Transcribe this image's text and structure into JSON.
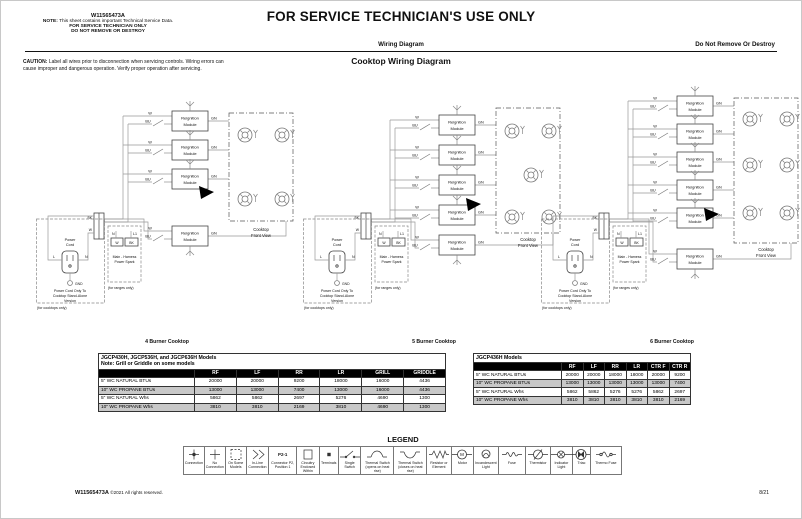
{
  "header": {
    "doc_number": "W11565473A",
    "tech_only": "FOR SERVICE TECHNICIAN ONLY",
    "do_not_remove": "DO NOT REMOVE OR DESTROY",
    "title": "FOR SERVICE TECHNICIAN'S USE ONLY",
    "subtitle": "Wiring Diagram",
    "right_note": "Do Not Remove Or Destroy",
    "diagram_title": "Cooktop Wiring Diagram"
  },
  "note": {
    "label": "NOTE:",
    "text": "This sheet contains important Technical Service Data."
  },
  "caution": {
    "label": "CAUTION:",
    "text": "Label all wires prior to disconnection when servicing controls. Wiring errors can cause improper and dangerous operation. Verify proper operation after servicing."
  },
  "diagram_labels": {
    "module_line1": "Reignition",
    "module_line2": "Module",
    "wire_w": "W",
    "wire_bu": "BU",
    "wire_gn": "GN",
    "wire_bk": "BK",
    "power_line1": "Power",
    "power_line2": "Cord",
    "l": "L",
    "n": "N",
    "l1": "L1",
    "gnd": "GND",
    "front_view1": "Cooktop",
    "front_view2": "Front View",
    "pc_note1": "Power Cord Only To",
    "pc_note2": "Cooktop Stand-Alone",
    "pc_note3": "Version",
    "cooktops_only": "(for cooktops only)",
    "mh_note1": "Main - Harness",
    "mh_note2": "Power Spark",
    "ranges_only": "(for ranges only)"
  },
  "diagrams": [
    {
      "caption": "4 Burner Cooktop",
      "burner_count": 4,
      "reignition_module_count": 4
    },
    {
      "caption": "5 Burner Cooktop",
      "burner_count": 5,
      "reignition_module_count": 5
    },
    {
      "caption": "6 Burner Cooktop",
      "burner_count": 6,
      "reignition_module_count": 6
    }
  ],
  "tables": [
    {
      "title": "JGCP430H, JGCP536H, and JGCP636H Models",
      "note": "Note: Grill or Griddle on some models",
      "columns": [
        "RF",
        "LF",
        "RR",
        "LR",
        "GRILL",
        "GRIDDLE"
      ],
      "rows": [
        {
          "label": "5\" WC NATURAL BTUs",
          "values": [
            "20000",
            "20000",
            "9200",
            "18000",
            "16000",
            "4436"
          ]
        },
        {
          "label": "10\" WC PROPANE BTUs",
          "values": [
            "13000",
            "13000",
            "7400",
            "13000",
            "16000",
            "4436"
          ]
        },
        {
          "label": "5\" WC NATURAL Whs",
          "values": [
            "5862",
            "5862",
            "2697",
            "5276",
            "4690",
            "1300"
          ]
        },
        {
          "label": "10\" WC PROPANE Whs",
          "values": [
            "3810",
            "3810",
            "2169",
            "3810",
            "4690",
            "1300"
          ]
        }
      ]
    },
    {
      "title": "JGCP436H Models",
      "note": "",
      "columns": [
        "RF",
        "LF",
        "RR",
        "LR",
        "CTR F",
        "CTR R"
      ],
      "rows": [
        {
          "label": "5\" WC NATURAL BTUs",
          "values": [
            "20000",
            "20000",
            "18000",
            "18000",
            "20000",
            "9200"
          ]
        },
        {
          "label": "10\" WC PROPANE BTUs",
          "values": [
            "13000",
            "13000",
            "13000",
            "13000",
            "13000",
            "7400"
          ]
        },
        {
          "label": "5\" WC NATURAL Whs",
          "values": [
            "5862",
            "5862",
            "5276",
            "5276",
            "5862",
            "2697"
          ]
        },
        {
          "label": "10\" WC PROPANE Whs",
          "values": [
            "3810",
            "3810",
            "3810",
            "3810",
            "3810",
            "2169"
          ]
        }
      ]
    }
  ],
  "legend": {
    "title": "LEGEND",
    "items": [
      {
        "icon": "connection-icon",
        "label": "Connection"
      },
      {
        "icon": "no-connection-icon",
        "label": "No Connection"
      },
      {
        "icon": "on-some-models-icon",
        "label": "On Some Models"
      },
      {
        "icon": "in-line-connection-icon",
        "label": "In-Line Connection"
      },
      {
        "icon": "connector-position-icon",
        "label": "Connector P2, Position 1",
        "symbol_text": "P2-1"
      },
      {
        "icon": "circuitry-enclosed-icon",
        "label": "Circuitry Enclosed Within"
      },
      {
        "icon": "terminals-icon",
        "label": "Terminals"
      },
      {
        "icon": "single-switch-icon",
        "label": "Single Switch"
      },
      {
        "icon": "thermal-switch-open-icon",
        "label": "Thermal Switch (opens on heat rise)"
      },
      {
        "icon": "thermal-switch-close-icon",
        "label": "Thermal Switch (closes on heat rise)"
      },
      {
        "icon": "resistor-icon",
        "label": "Resistor or Element"
      },
      {
        "icon": "motor-icon",
        "label": "Motor",
        "symbol_text": "M"
      },
      {
        "icon": "incandescent-light-icon",
        "label": "Incandescent Light"
      },
      {
        "icon": "fuse-icon",
        "label": "Fuse"
      },
      {
        "icon": "thermistor-icon",
        "label": "Thermistor"
      },
      {
        "icon": "indicator-light-icon",
        "label": "Indicator Light"
      },
      {
        "icon": "triac-icon",
        "label": "Triac"
      },
      {
        "icon": "thermo-fuse-icon",
        "label": "Thermo Fuse"
      }
    ]
  },
  "footer": {
    "doc_number": "W11565473A",
    "copyright": "©2021 All rights reserved.",
    "page_code": "8/21"
  },
  "colors": {
    "table_header_bg": "#000000",
    "table_row_alt": "#c8c8c8",
    "wire": "#999999",
    "ink": "#111111"
  }
}
